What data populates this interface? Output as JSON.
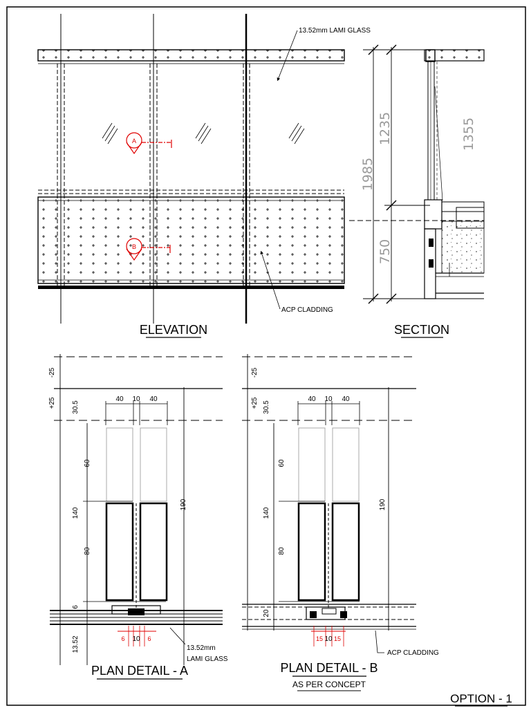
{
  "sheet": {
    "option_label": "OPTION - 1"
  },
  "elevation": {
    "title": "ELEVATION",
    "glass_note": "13.52mm LAMI GLASS",
    "cladding_note": "ACP CLADDING",
    "marker_a": "A",
    "marker_b": "B"
  },
  "section": {
    "title": "SECTION",
    "dims": [
      "1985",
      "1235",
      "1355",
      "750"
    ]
  },
  "plan_a": {
    "title": "PLAN DETAIL - A",
    "top_dims": [
      "40",
      "10",
      "40"
    ],
    "left_dims": [
      "-25",
      "+25",
      "30.5",
      "60",
      "140",
      "80",
      "6",
      "13.52"
    ],
    "right_dim": "190",
    "bottom_dims": [
      "6",
      "10",
      "6"
    ],
    "glass_note_1": "13.52mm",
    "glass_note_2": "LAMI GLASS"
  },
  "plan_b": {
    "title": "PLAN DETAIL - B",
    "subtitle": "AS PER CONCEPT",
    "top_dims": [
      "40",
      "10",
      "40"
    ],
    "left_dims": [
      "-25",
      "+25",
      "30.5",
      "60",
      "140",
      "80",
      "20"
    ],
    "right_dim": "190",
    "bottom_dims": [
      "15",
      "10",
      "15"
    ],
    "cladding_note": "ACP CLADDING"
  },
  "icons": {
    "section_marker": "section-cut-marker-icon",
    "leader_arrow": "leader-arrow-icon"
  },
  "colors": {
    "ink": "#000000",
    "dimension_grey": "#9a9a9a",
    "section_marker": "#e00000"
  }
}
